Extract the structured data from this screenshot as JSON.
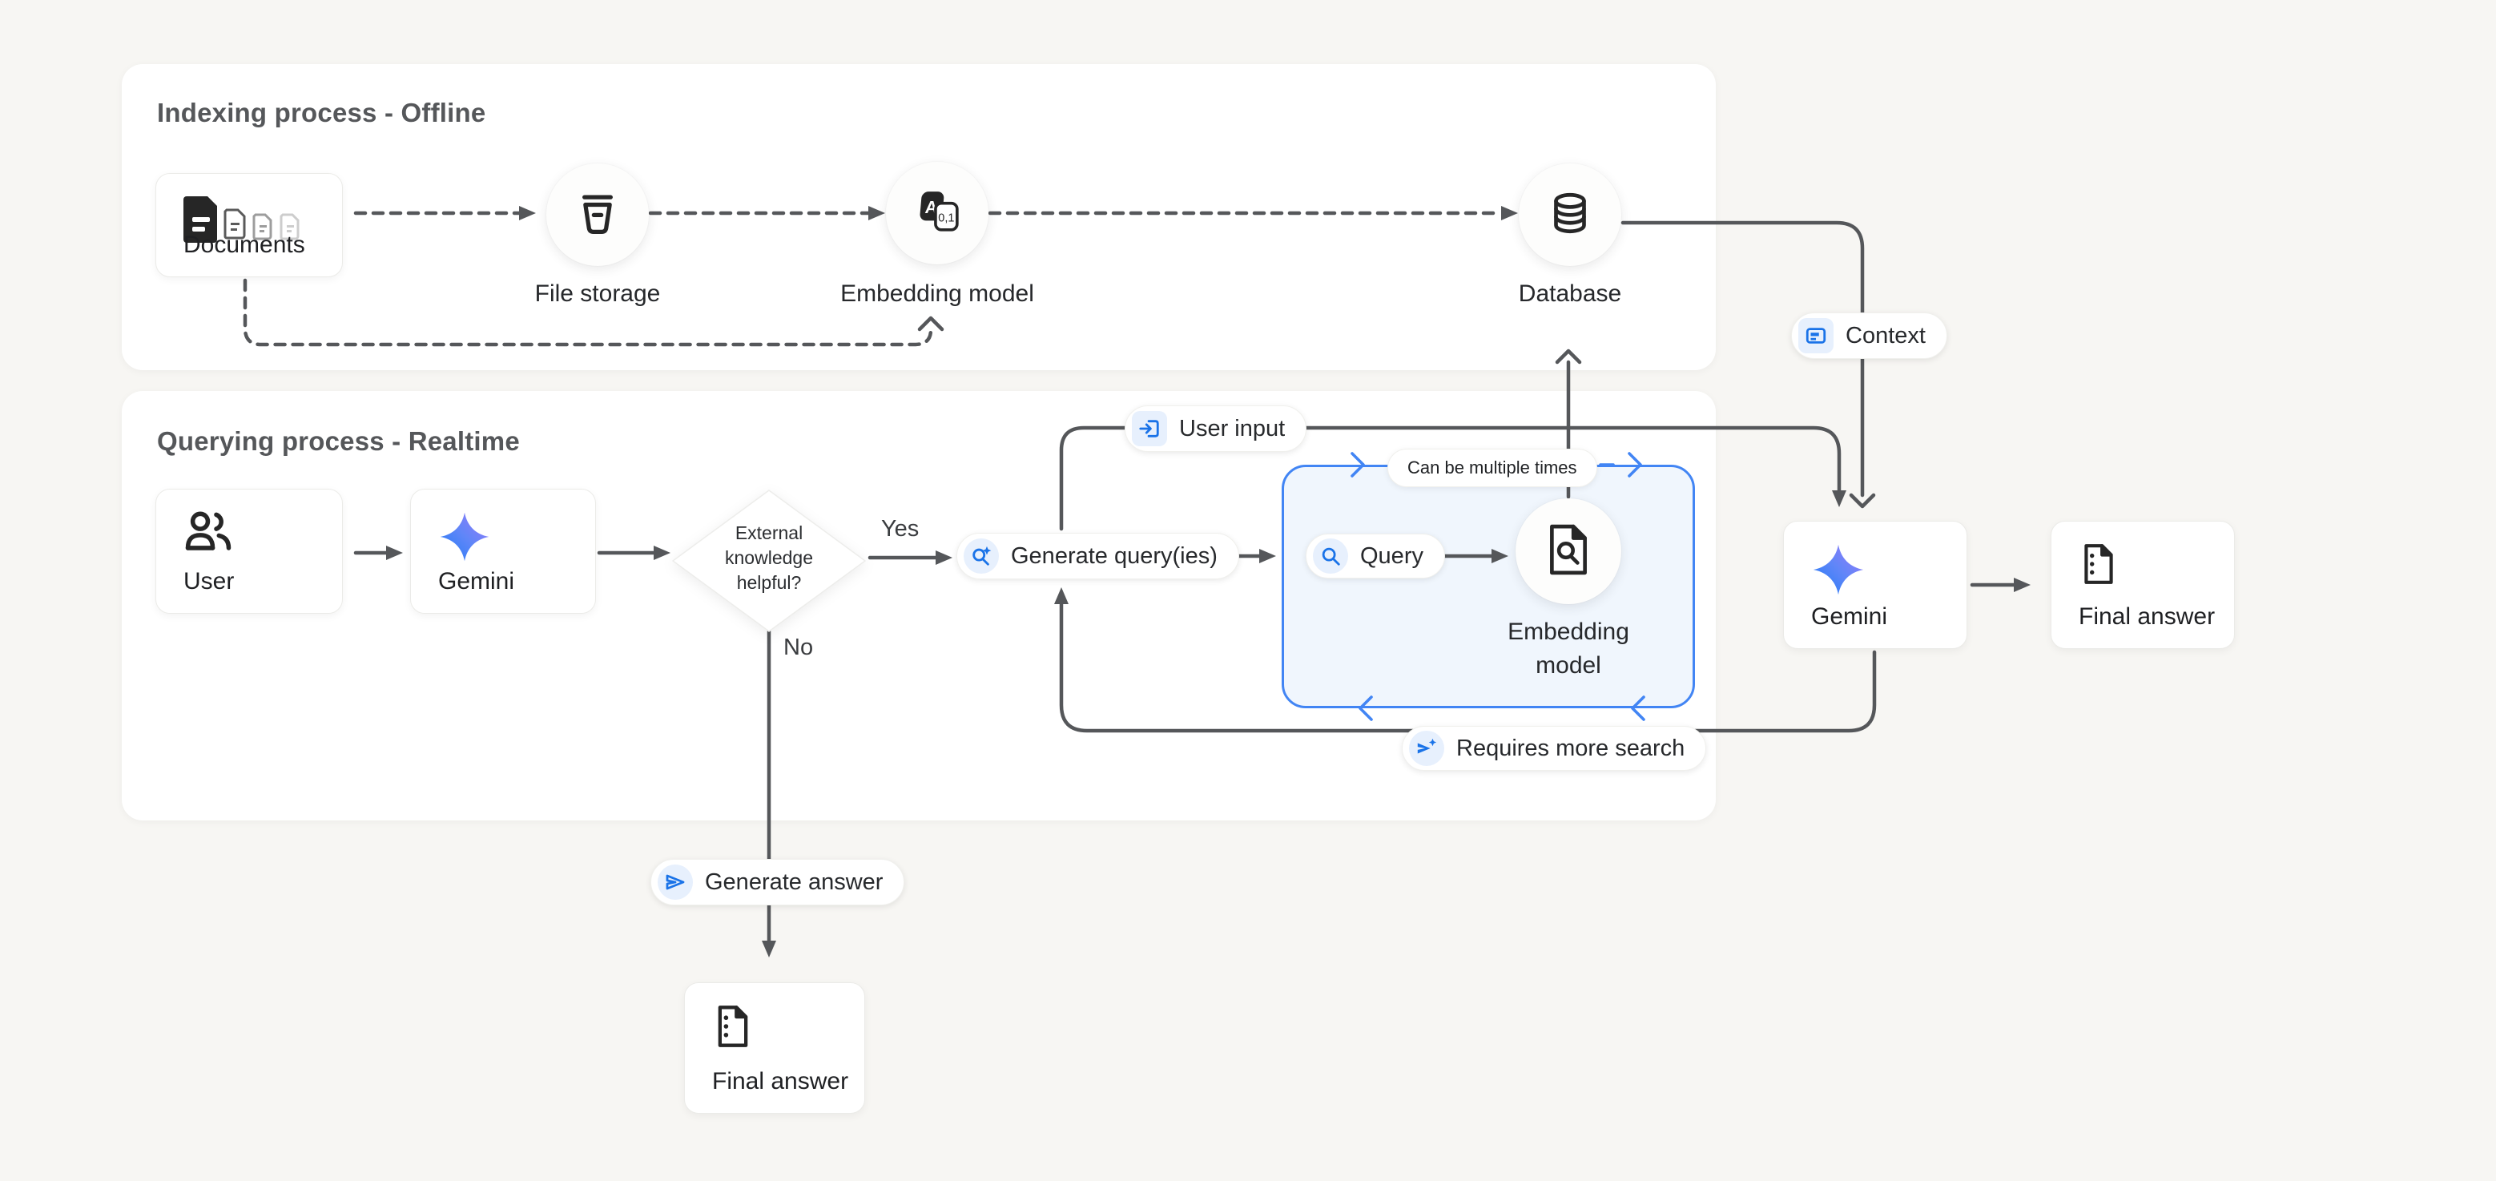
{
  "colors": {
    "page_bg": "#f7f6f3",
    "panel_bg": "#ffffff",
    "accent_blue": "#4285f4",
    "icon_blue": "#1a73e8",
    "icon_blue_bg": "#e7f0fd",
    "line_gray": "#55575a",
    "ink_dark": "#262626",
    "loop_box_bg": "#f0f6fd"
  },
  "panels": {
    "indexing": {
      "title": "Indexing process - Offline"
    },
    "querying": {
      "title": "Querying process - Realtime"
    }
  },
  "nodes": {
    "documents": {
      "label": "Documents",
      "icon": "documents-icon"
    },
    "file_storage": {
      "label": "File storage",
      "icon": "file-storage-icon"
    },
    "embedding_model_offline": {
      "label": "Embedding model",
      "icon": "translate-model-icon"
    },
    "database": {
      "label": "Database",
      "icon": "database-icon"
    },
    "user": {
      "label": "User",
      "icon": "users-icon"
    },
    "gemini": {
      "label": "Gemini",
      "icon": "gemini-sparkle-icon"
    },
    "decision": {
      "label": "External knowledge helpful?"
    },
    "embedding_model_query": {
      "label": "Embedding model",
      "icon": "doc-search-icon"
    },
    "gemini_final": {
      "label": "Gemini",
      "icon": "gemini-sparkle-icon"
    },
    "final_answer_right": {
      "label": "Final answer",
      "icon": "final-answer-icon"
    },
    "final_answer_bottom": {
      "label": "Final answer",
      "icon": "final-answer-icon"
    }
  },
  "pills": {
    "user_input": {
      "label": "User input",
      "icon": "input-icon"
    },
    "context": {
      "label": "Context",
      "icon": "context-icon"
    },
    "generate_queries": {
      "label": "Generate query(ies)",
      "icon": "search-sparkle-icon"
    },
    "query": {
      "label": "Query",
      "icon": "search-icon"
    },
    "requires_more_search": {
      "label": "Requires more search",
      "icon": "send-sparkle-icon"
    },
    "generate_answer": {
      "label": "Generate answer",
      "icon": "send-outline-icon"
    },
    "loop_note": {
      "label": "Can be multiple times"
    }
  },
  "edge_labels": {
    "yes": "Yes",
    "no": "No"
  }
}
